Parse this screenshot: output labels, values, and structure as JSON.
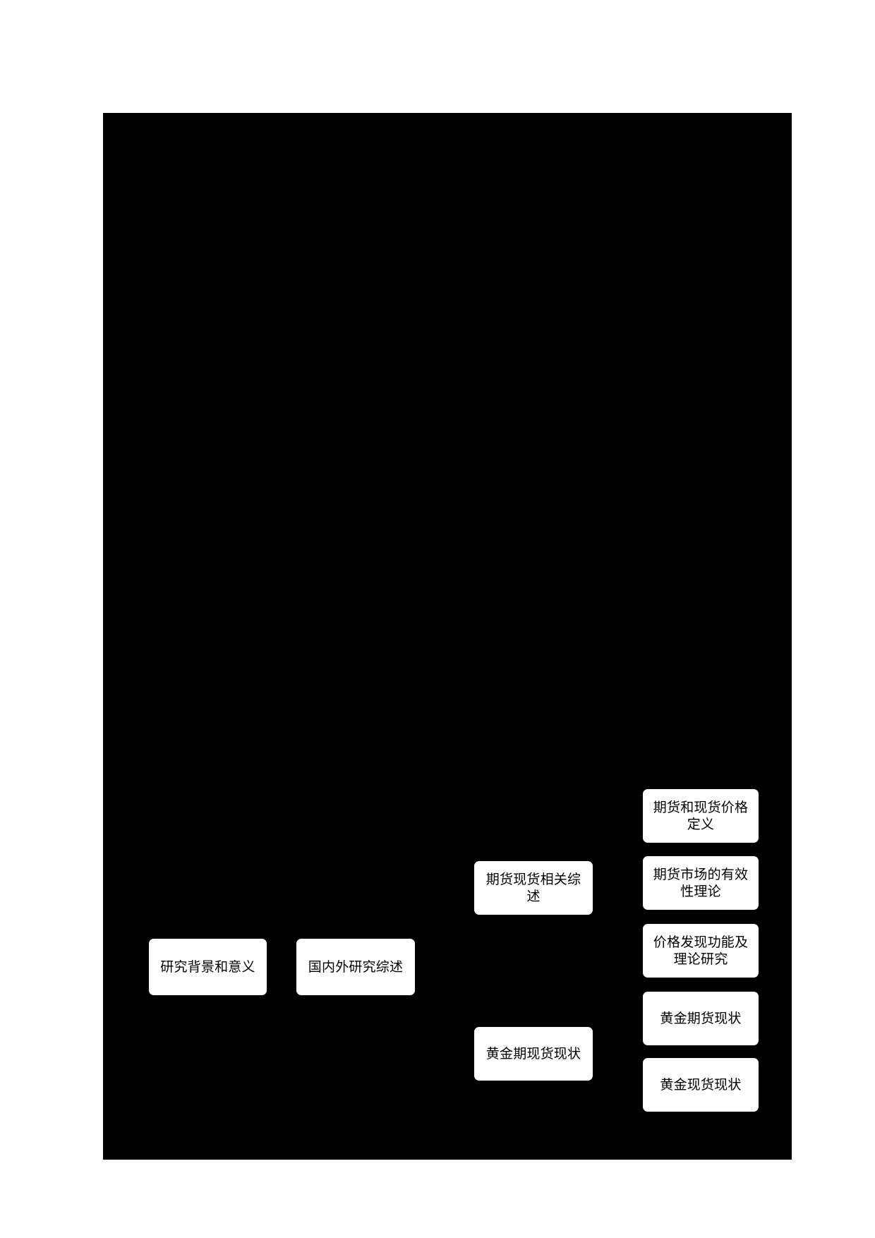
{
  "page": {
    "background_color": "#ffffff",
    "canvas_color": "#000000",
    "node_fill_color": "#ffffff",
    "node_text_color": "#000000"
  },
  "diagram": {
    "type": "mind-map",
    "columns": [
      {
        "name": "root-column",
        "nodes": [
          {
            "id": "n1",
            "label": "研究背景和意义"
          }
        ]
      },
      {
        "name": "level-2-column",
        "nodes": [
          {
            "id": "n2",
            "label": "国内外研究综述"
          }
        ]
      },
      {
        "name": "level-3-column",
        "nodes": [
          {
            "id": "n3",
            "label": "期货现货相关综述"
          },
          {
            "id": "n4",
            "label": "黄金期现货现状"
          }
        ]
      },
      {
        "name": "level-4-column",
        "nodes": [
          {
            "id": "n5",
            "label": "期货和现货价格定义"
          },
          {
            "id": "n6",
            "label": "期货市场的有效性理论"
          },
          {
            "id": "n7",
            "label": "价格发现功能及理论研究"
          },
          {
            "id": "n8",
            "label": "黄金期货现状"
          },
          {
            "id": "n9",
            "label": "黄金现货现状"
          }
        ]
      }
    ]
  }
}
